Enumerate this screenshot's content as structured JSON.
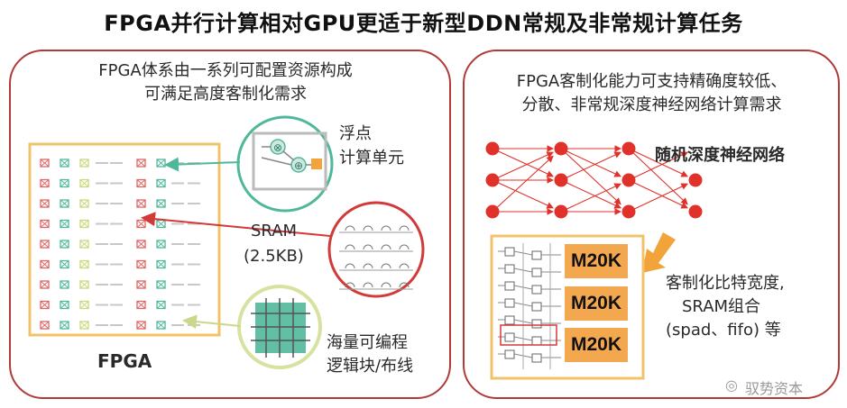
{
  "title": "FPGA并行计算相对GPU更适于新型DDN常规及非常规计算任务",
  "left": {
    "heading_line1": "FPGA体系由一系列可配置资源构成",
    "heading_line2": "可满足高度客制化需求",
    "fpu_label_line1": "浮点",
    "fpu_label_line2": "计算单元",
    "sram_label_line1": "SRAM",
    "sram_label_line2": "(2.5KB)",
    "logic_label_line1": "海量可编程",
    "logic_label_line2": "逻辑块/布线",
    "fpga_label": "FPGA"
  },
  "right": {
    "heading_line1": "FPGA客制化能力可支持精确度较低、",
    "heading_line2": "分散、非常规深度神经网络计算需求",
    "rdnn_label": "随机深度神经网络",
    "m20k_labels": [
      "M20K",
      "M20K",
      "M20K"
    ],
    "custom_line1": "客制化比特宽度,",
    "custom_line2": "SRAM组合",
    "custom_line3": "(spad、fifo) 等"
  },
  "watermark": "驭势资本",
  "colors": {
    "panel_border": "#b03a3a",
    "node_red": "#e0312b",
    "arrow_orange": "#f2a33a",
    "fpga_box": "#f0c36a",
    "teal": "#4fb89a",
    "lime": "#d6e3a0",
    "m20k_fill": "#f3a850"
  }
}
